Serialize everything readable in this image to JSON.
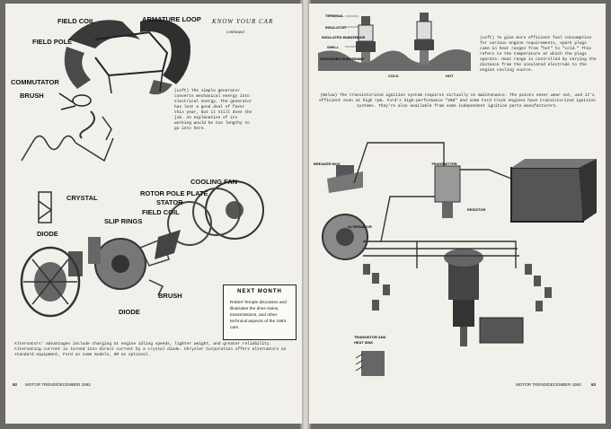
{
  "left_page": {
    "section_title": "KNOW YOUR CAR",
    "section_subtitle": "continued",
    "generator_labels": {
      "field_coil": "FIELD COIL",
      "armature_loop": "ARMATURE LOOP",
      "field_pole": "FIELD POLE",
      "commutator": "COMMUTATOR",
      "brush": "BRUSH"
    },
    "generator_caption": "(Left) The simple generator converts mechanical energy into electrical energy. The generator has lost a good deal of favor this year, but it still does the job. An explanation of its working would be too lengthy to go into here.",
    "alternator_labels": {
      "cooling_fan": "COOLING FAN",
      "rotor_pole_plate": "ROTOR POLE PLATE",
      "stator": "STATOR",
      "field_coil": "FIELD COIL",
      "crystal": "CRYSTAL",
      "slip_rings": "SLIP RINGS",
      "diode": "DIODE",
      "brush": "BRUSH",
      "diode2": "DIODE"
    },
    "next_month": {
      "title": "NEXT MONTH",
      "body": "Robert Temple discusses and illustrates the drive trains, transmissions, and other technical aspects of the 1963 cars."
    },
    "bottom_caption": "Alternators' advantages include charging at engine idling speeds, lighter weight, and greater reliability. Alternating current is turned into direct current by a crystal diode. Chrysler Corporation offers alternators as standard equipment, Ford on some models, GM as optional.",
    "footer_page": "62",
    "footer_pub": "MOTOR TREND/DECEMBER 1962"
  },
  "right_page": {
    "plug_labels": {
      "terminal": "TERMINAL",
      "insulator": "INSULATOR",
      "insulated_electrode": "INSULATED ELECTRODE",
      "shell": "SHELL",
      "grounded_electrode": "GROUNDED ELECTRODE",
      "cold": "COLD",
      "hot": "HOT"
    },
    "plug_caption": "(Left) To give more efficient fuel consumption for various engine requirements, spark plugs come in heat ranges from \"hot\" to \"cold.\" This refers to the temperature at which the plugs operate. Heat range is controlled by varying the distance from the insulated electrode to the engine cooling source.",
    "ignition_caption": "(Below) The transistorized ignition system requires virtually no maintenance. The points never wear out, and it's efficient even at high rpm. Ford's high-performance \"406\" and some Ford truck engines have transistorized ignition systems. They're also available from some independent ignition parts manufacturers.",
    "ignition_labels": {
      "breaker_box": "BREAKER BOX",
      "transmitter": "TRANSMITTER",
      "alternator": "ALTERNATOR",
      "resistor": "RESISTOR",
      "transistor": "TRANSISTOR AND HEAT SINK"
    },
    "footer_pub": "MOTOR TREND/DECEMBER 1962",
    "footer_page": "63"
  }
}
